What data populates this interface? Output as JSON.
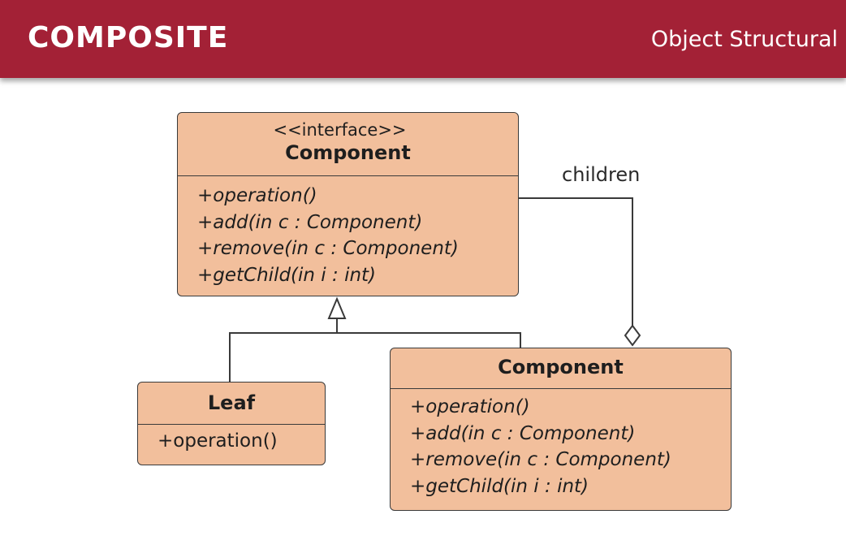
{
  "header": {
    "title": "COMPOSITE",
    "subtitle": "Object Structural",
    "background_color": "#a32136"
  },
  "diagram": {
    "box_color": "#f2bf9c",
    "line_color": "#3a3a3a",
    "interface_class": {
      "stereotype": "<<interface>>",
      "name": "Component",
      "operations": [
        "+operation()",
        "+add(in c : Component)",
        "+remove(in c : Component)",
        "+getChild(in i : int)"
      ]
    },
    "leaf_class": {
      "name": "Leaf",
      "operations": [
        "+operation()"
      ]
    },
    "composite_class": {
      "name": "Component",
      "operations": [
        "+operation()",
        "+add(in c : Component)",
        "+remove(in c : Component)",
        "+getChild(in i : int)"
      ]
    },
    "aggregation_label": "children"
  }
}
